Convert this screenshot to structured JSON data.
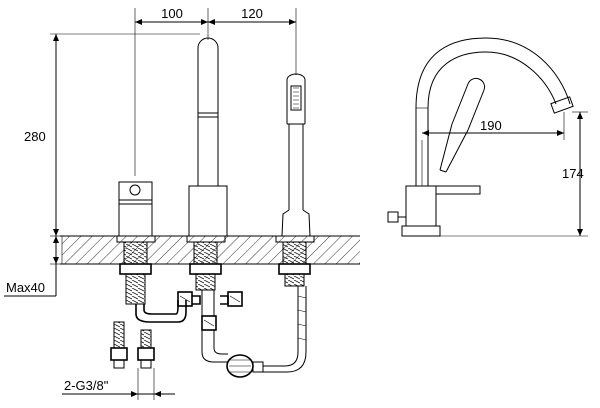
{
  "dimensions": {
    "spacing_left": "100",
    "spacing_right": "120",
    "height_front": "280",
    "deck_max": "Max40",
    "connection": "2-G3/8\"",
    "reach_side": "190",
    "height_side": "174"
  }
}
